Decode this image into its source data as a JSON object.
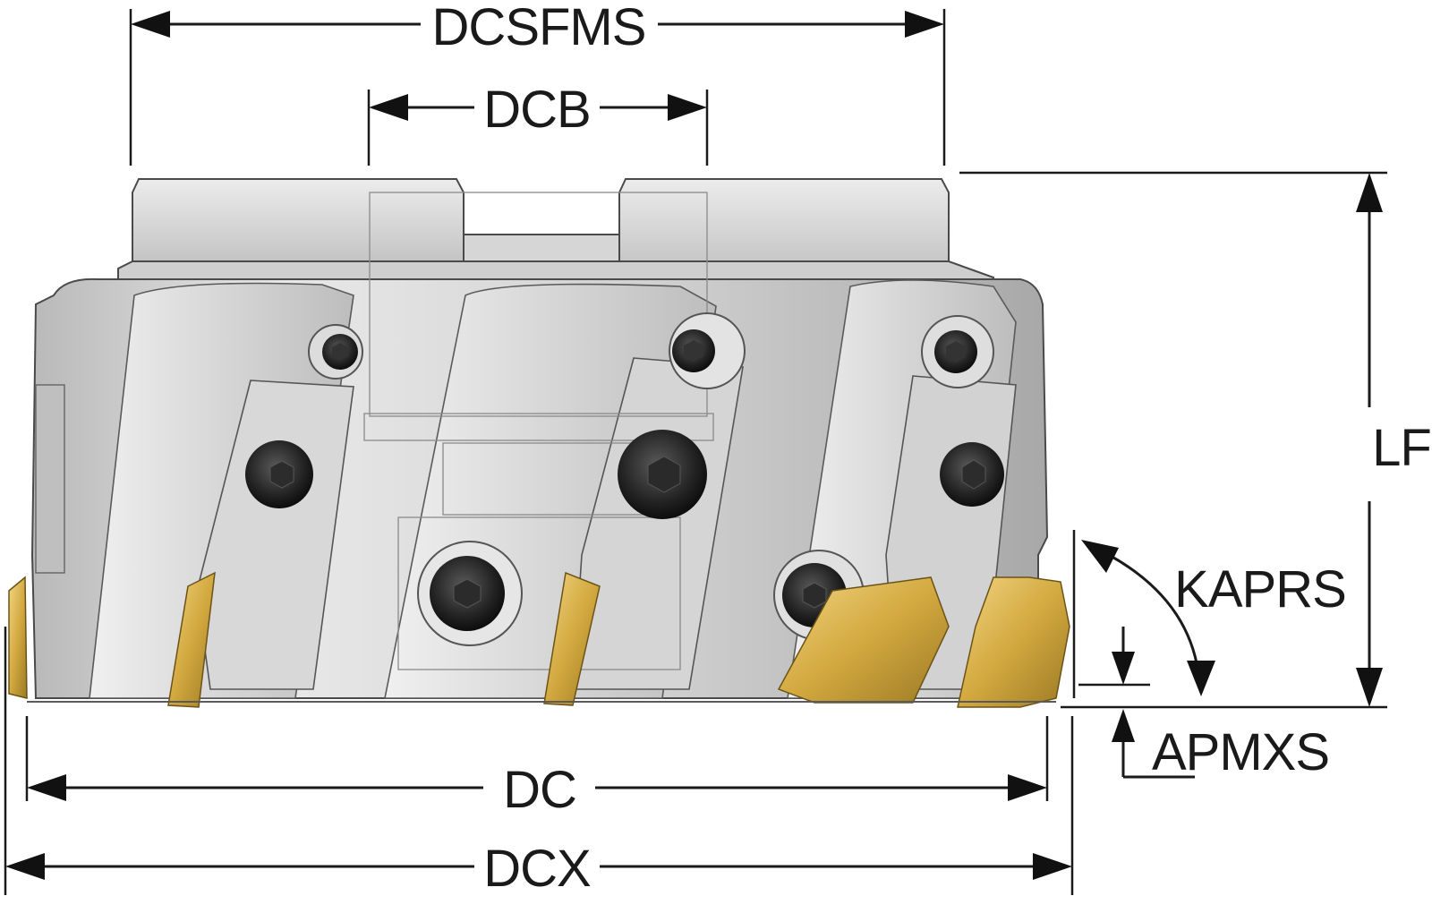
{
  "drawing": {
    "dimensions": {
      "dcsfms": "DCSFMS",
      "dcb": "DCB",
      "lf": "LF",
      "kaprs": "KAPRS",
      "apmxs": "APMXS",
      "dc": "DC",
      "dcx": "DCX"
    },
    "colors": {
      "steel_light": "#e4e4e4",
      "steel_mid": "#c2c2c2",
      "steel_dark": "#8e8e8e",
      "insert_gold": "#d9b24a",
      "screw_black": "#1c1c1c",
      "line": "#1a1a1a"
    },
    "icons": [
      "milling-cutter-body",
      "indexable-insert",
      "clamp-screw"
    ]
  }
}
